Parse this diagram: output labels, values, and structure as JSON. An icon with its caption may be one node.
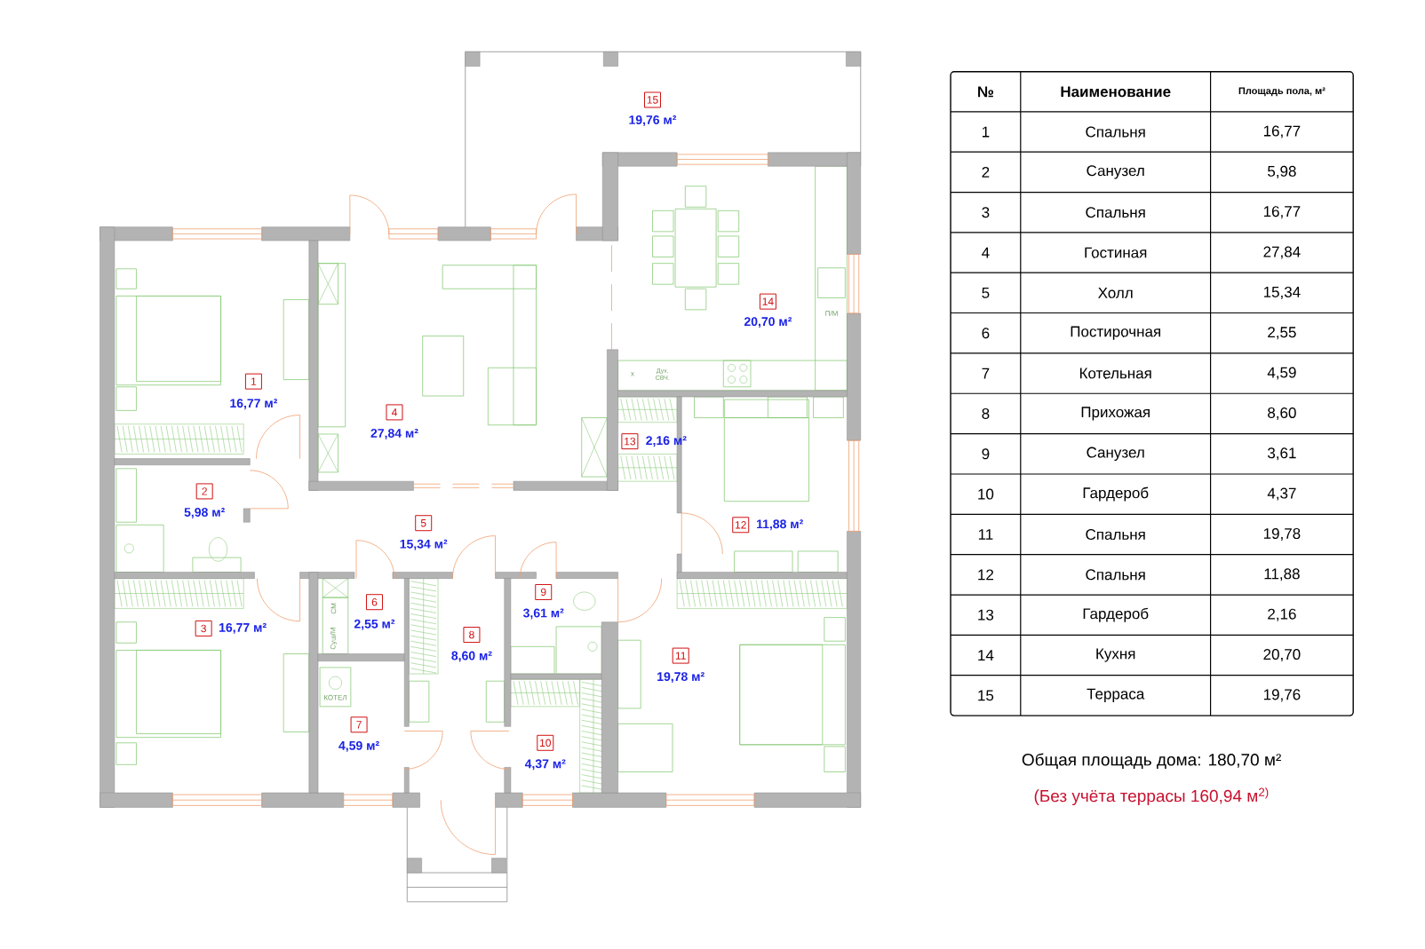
{
  "diagram": {
    "labels": [
      "15",
      "19,76 м²",
      "14",
      "20,70 м²",
      "П/М",
      "х",
      "Дух. СВЧ.",
      "1",
      "16,77 м²",
      "4",
      "27,84 м²",
      "13",
      "2,16 м²",
      "2",
      "5,98 м²",
      "5",
      "15,34 м²",
      "12",
      "11,88 м²",
      "9",
      "3,61 м²",
      "6",
      "2,55 м²",
      "СМ",
      "Суш/М",
      "3",
      "16,77 м²",
      "8",
      "8,60 м²",
      "11",
      "19,78 м²",
      "КОТЕЛ",
      "7",
      "4,59 м²",
      "10",
      "4,37 м²",
      "№",
      "Наименование",
      "Площадь пола, м²",
      "1",
      "Спальня",
      "16,77",
      "2",
      "Санузел",
      "5,98",
      "3",
      "Спальня",
      "16,77",
      "4",
      "Гостиная",
      "27,84",
      "5",
      "Холл",
      "15,34",
      "6",
      "Постирочная",
      "2,55",
      "7",
      "Котельная",
      "4,59",
      "8",
      "Прихожая",
      "8,60",
      "9",
      "Санузел",
      "3,61",
      "10",
      "Гардероб",
      "4,37",
      "11",
      "Спальня",
      "19,78",
      "12",
      "Спальня",
      "11,88",
      "13",
      "Гардероб",
      "2,16",
      "14",
      "Кухня",
      "20,70",
      "15",
      "Терраса",
      "19,76",
      "Общая площадь дома: 180,70 м²",
      "(Без учёта террасы  160,94 м$^{2)}$"
    ]
  }
}
